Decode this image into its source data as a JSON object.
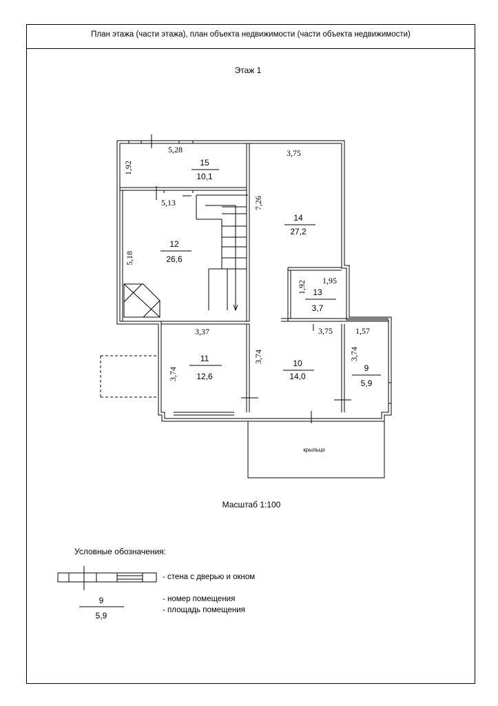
{
  "header": {
    "title": "План этажа (части этажа), план объекта недвижимости (части объекта недвижимости)"
  },
  "floor": {
    "title": "Этаж 1"
  },
  "rooms": [
    {
      "number": "15",
      "area": "10,1"
    },
    {
      "number": "14",
      "area": "27,2"
    },
    {
      "number": "12",
      "area": "26,6"
    },
    {
      "number": "13",
      "area": "3,7"
    },
    {
      "number": "11",
      "area": "12,6"
    },
    {
      "number": "10",
      "area": "14,0"
    },
    {
      "number": "9",
      "area": "5,9"
    }
  ],
  "dimensions": [
    "5,28",
    "1,92",
    "3,75",
    "7,26",
    "5,13",
    "5,18",
    "1,92",
    "1,95",
    "3,37",
    "3,75",
    "1,57",
    "3,74",
    "3,74",
    "3,74"
  ],
  "porch_label": "крыльцо",
  "scale": "Масштаб 1:100",
  "legend": {
    "title": "Условные обозначения:",
    "wall_text": "- стена с дверью и окном",
    "sample_number": "9",
    "sample_area": "5,9",
    "number_text": "- номер помещения",
    "area_text": "- площадь помещения"
  }
}
